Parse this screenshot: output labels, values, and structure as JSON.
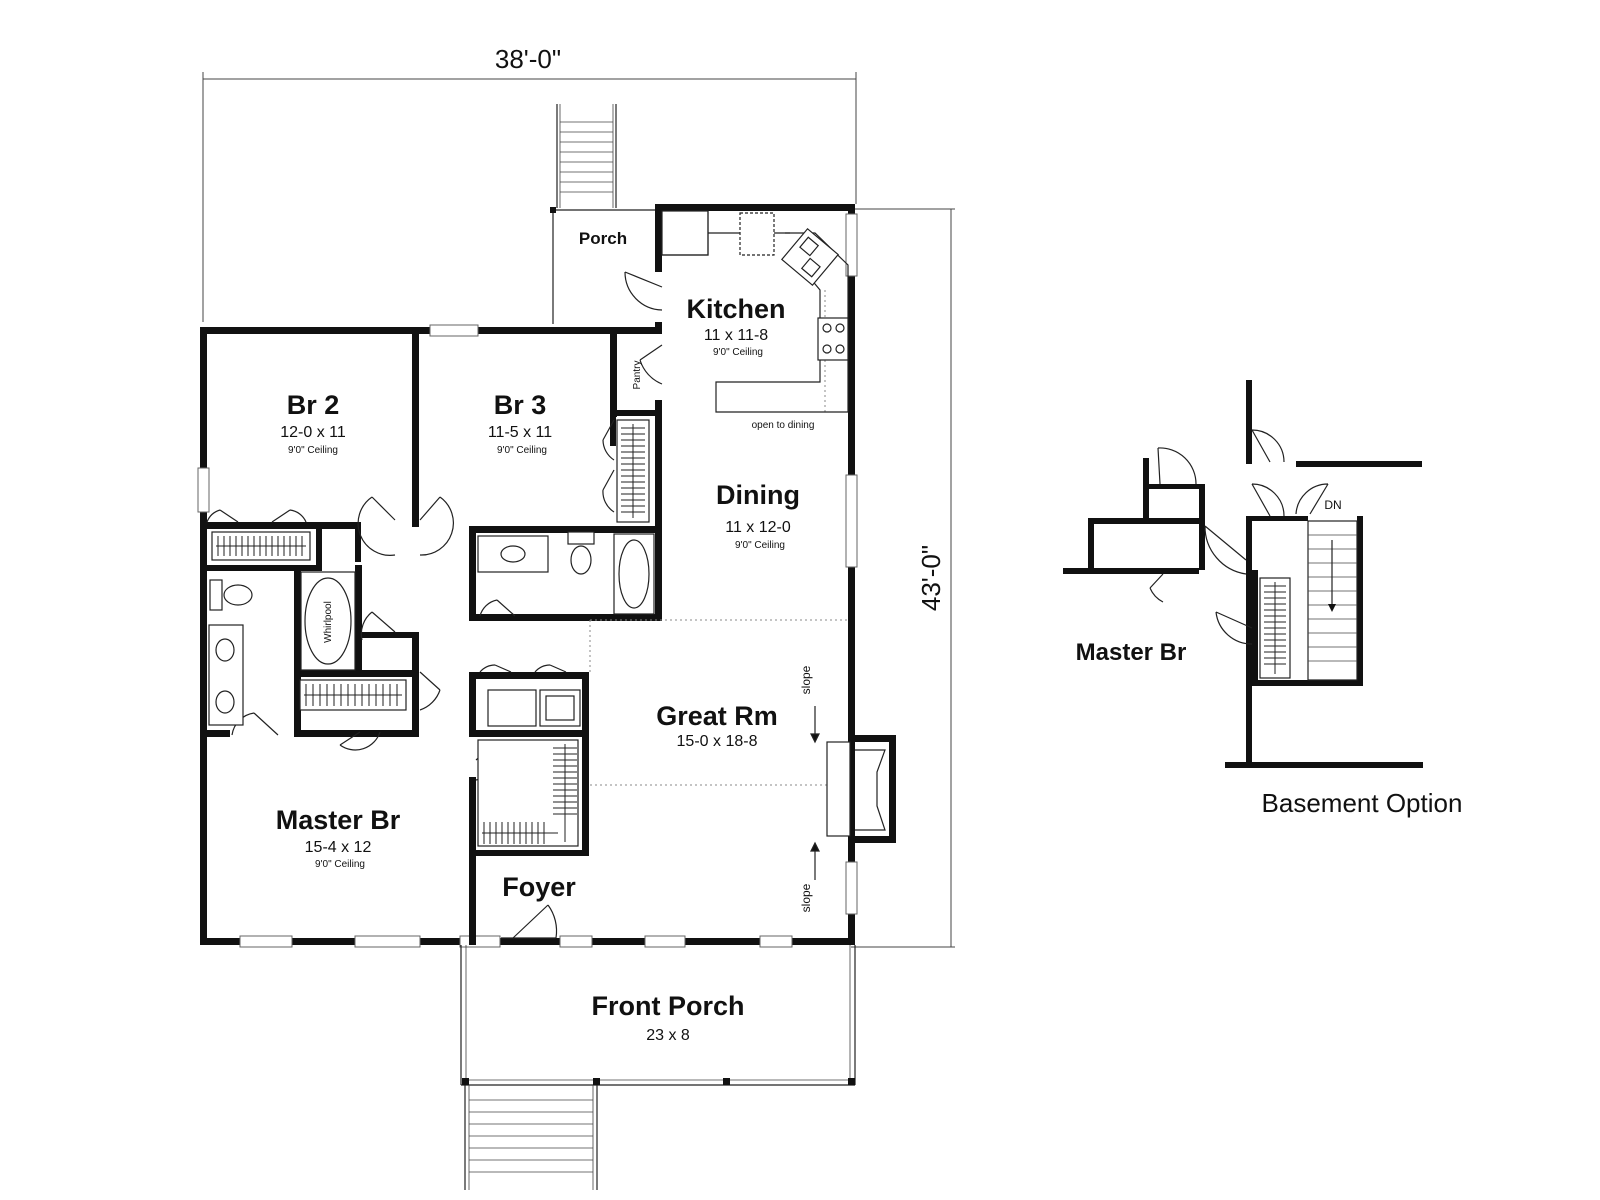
{
  "dimensions": {
    "width": "38'-0\"",
    "depth": "43'-0\""
  },
  "rooms": {
    "kitchen": {
      "name": "Kitchen",
      "size": "11 x 11-8",
      "ceiling": "9'0\" Ceiling"
    },
    "br2": {
      "name": "Br 2",
      "size": "12-0 x 11",
      "ceiling": "9'0\" Ceiling"
    },
    "br3": {
      "name": "Br 3",
      "size": "11-5 x 11",
      "ceiling": "9'0\" Ceiling"
    },
    "dining": {
      "name": "Dining",
      "size": "11 x 12-0",
      "ceiling": "9'0\" Ceiling"
    },
    "great_rm": {
      "name": "Great Rm",
      "size": "15-0 x 18-8"
    },
    "master_br": {
      "name": "Master Br",
      "size": "15-4 x 12",
      "ceiling": "9'0\" Ceiling"
    },
    "foyer": {
      "name": "Foyer"
    },
    "front_porch": {
      "name": "Front Porch",
      "size": "23 x 8"
    },
    "back_porch": {
      "name": "Porch"
    }
  },
  "notes": {
    "pantry": "Pantry",
    "open_to_dining": "open to dining",
    "whirlpool": "Whirlpool",
    "slope": "slope"
  },
  "basement": {
    "room_label": "Master Br",
    "stair_label": "DN",
    "caption": "Basement Option"
  }
}
